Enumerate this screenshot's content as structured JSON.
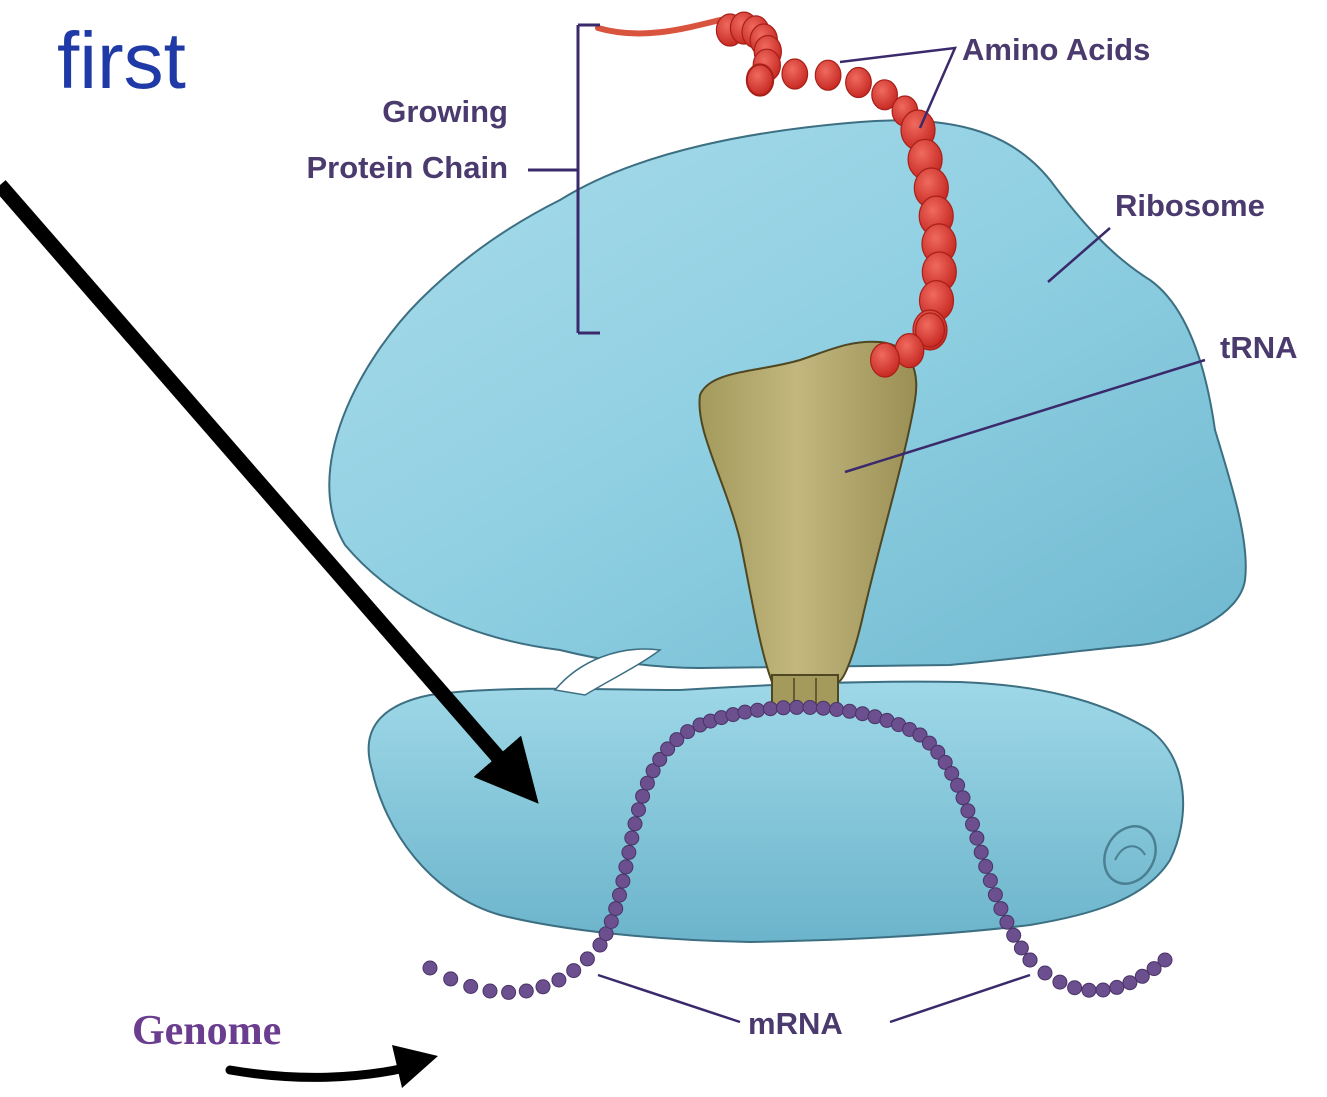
{
  "heading": "first",
  "labels": {
    "growing_line1": "Growing",
    "growing_line2": "Protein Chain",
    "amino_acids": "Amino Acids",
    "ribosome": "Ribosome",
    "trna": "tRNA",
    "mrna": "mRNA",
    "genome": "Genome"
  },
  "colors": {
    "heading": "#1f3aa6",
    "ribosome": "#8ecfe0",
    "ribosome_shade": "#6fb6cc",
    "trna": "#b3a66c",
    "protein_chain": "#d9342e",
    "mrna": "#6b4f8e",
    "leader_lines": "#3b2a6b",
    "genome_label": "#6b3d8e",
    "arrow": "#000000"
  }
}
